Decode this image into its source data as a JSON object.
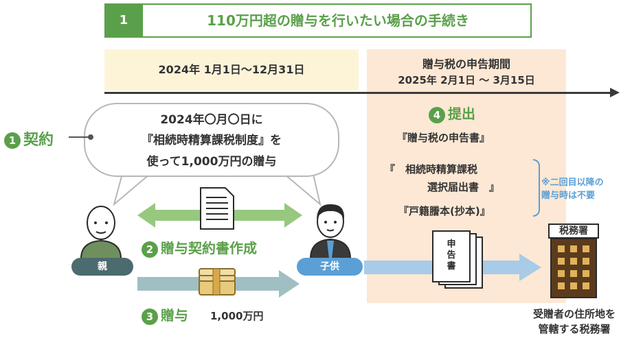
{
  "title": {
    "number": "1",
    "text": "110万円超の贈与を行いたい場合の手続き"
  },
  "period_gift": "2024年 1月1日～12月31日",
  "period_filing": {
    "title": "贈与税の申告期間",
    "dates": "2025年 2月1日 〜 3月15日"
  },
  "bubble": {
    "line1": "2024年〇月〇日に",
    "line2": "『相続時精算課税制度』を",
    "line3": "使って1,000万円の贈与"
  },
  "steps": {
    "contract": {
      "num": "1",
      "label": "契約"
    },
    "document": {
      "num": "2",
      "label": "贈与契約書作成"
    },
    "gift": {
      "num": "3",
      "label": "贈与",
      "amount": "1,000万円"
    },
    "submit": {
      "num": "4",
      "label": "提出"
    }
  },
  "persons": {
    "parent": "親",
    "child": "子供"
  },
  "documents": {
    "d1": "『贈与税の申告書』",
    "d2a": "『　相続時精算課税",
    "d2b": "選択届出書　』",
    "d3": "『戸籍謄本(抄本)』"
  },
  "note": {
    "line1": "※二回目以降の",
    "line2": "贈与時は不要"
  },
  "doc_icon_text": [
    "申",
    "告",
    "書"
  ],
  "tax_office": {
    "sign": "税務署",
    "caption1": "受贈者の住所地を",
    "caption2": "管轄する税務署"
  },
  "colors": {
    "green": "#5aa04a",
    "light_green": "#96c87e",
    "blue": "#5a9fd6",
    "grey_blue": "#9fbfc2",
    "yellow": "#fdf4d8",
    "peach": "#fce8d4"
  }
}
